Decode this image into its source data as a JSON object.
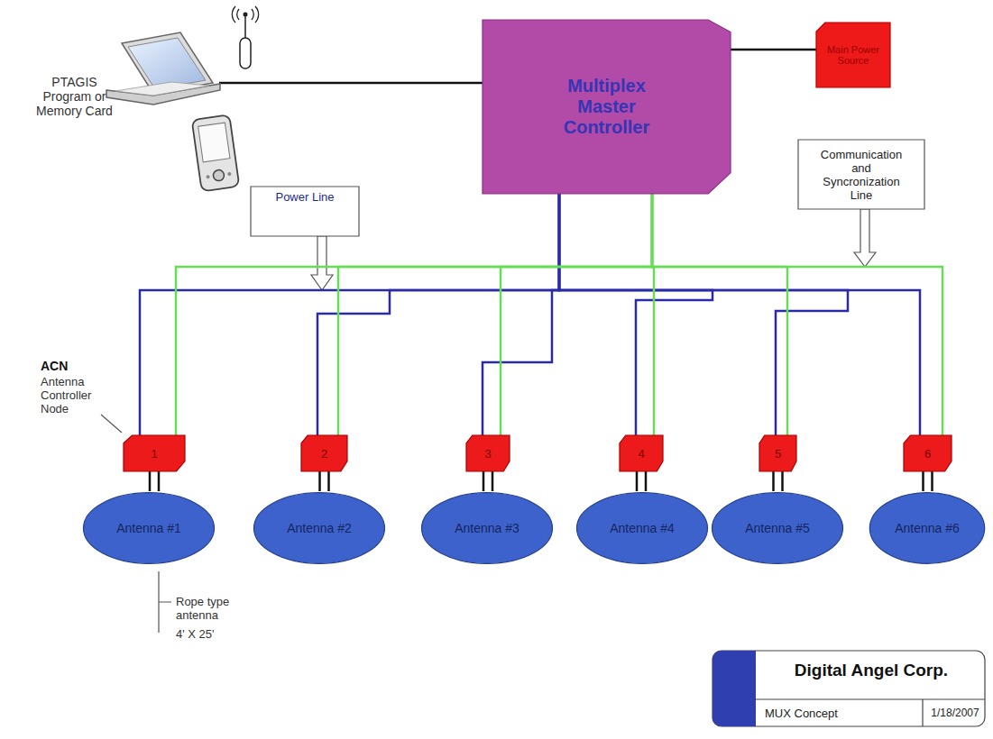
{
  "diagram": {
    "nodes": [
      {
        "text": [
          "Multiplex Master Controller"
        ]
      },
      {
        "text": [
          "Main Power Source"
        ]
      },
      {
        "text": [
          "Power Line"
        ]
      },
      {
        "text": [
          "Communication and Syncronization Line"
        ]
      },
      {
        "text": [
          "1"
        ]
      },
      {
        "text": [
          "2"
        ]
      },
      {
        "text": [
          "3"
        ]
      },
      {
        "text": [
          "4"
        ]
      },
      {
        "text": [
          "5"
        ]
      },
      {
        "text": [
          "6"
        ]
      },
      {
        "text": [
          "Antenna #1"
        ]
      },
      {
        "text": [
          "Antenna #2"
        ]
      },
      {
        "text": [
          "Antenna #3"
        ]
      },
      {
        "text": [
          "Antenna #4"
        ]
      },
      {
        "text": [
          "Antenna #5"
        ]
      },
      {
        "text": [
          "Antenna #6"
        ]
      }
    ],
    "edges": [
      {
        "from": 0,
        "to": 1,
        "arrow": "none"
      },
      {
        "from": 0,
        "to": 4,
        "arrow": "none"
      },
      {
        "from": 0,
        "to": 5,
        "arrow": "none"
      },
      {
        "from": 0,
        "to": 6,
        "arrow": "none"
      },
      {
        "from": 0,
        "to": 7,
        "arrow": "none"
      },
      {
        "from": 0,
        "to": 8,
        "arrow": "none"
      },
      {
        "from": 0,
        "to": 9,
        "arrow": "none"
      },
      {
        "from": 0,
        "to": 4,
        "arrow": "none"
      },
      {
        "from": 0,
        "to": 5,
        "arrow": "none"
      },
      {
        "from": 0,
        "to": 6,
        "arrow": "none"
      },
      {
        "from": 0,
        "to": 7,
        "arrow": "none"
      },
      {
        "from": 0,
        "to": 8,
        "arrow": "none"
      },
      {
        "from": 0,
        "to": 9,
        "arrow": "none"
      },
      {
        "from": 4,
        "to": 10,
        "arrow": "none"
      },
      {
        "from": 5,
        "to": 11,
        "arrow": "none"
      },
      {
        "from": 6,
        "to": 12,
        "arrow": "none"
      },
      {
        "from": 7,
        "to": 13,
        "arrow": "none"
      },
      {
        "from": 8,
        "to": 14,
        "arrow": "none"
      },
      {
        "from": 9,
        "to": 15,
        "arrow": "none"
      }
    ],
    "labels": [
      "PTAGIS Program or Memory Card",
      "ACN",
      "Antenna Controller Node",
      "Rope type antenna",
      "4' X 25'",
      "Digital Angel Corp.",
      "MUX Concept",
      "1/18/2007"
    ]
  }
}
